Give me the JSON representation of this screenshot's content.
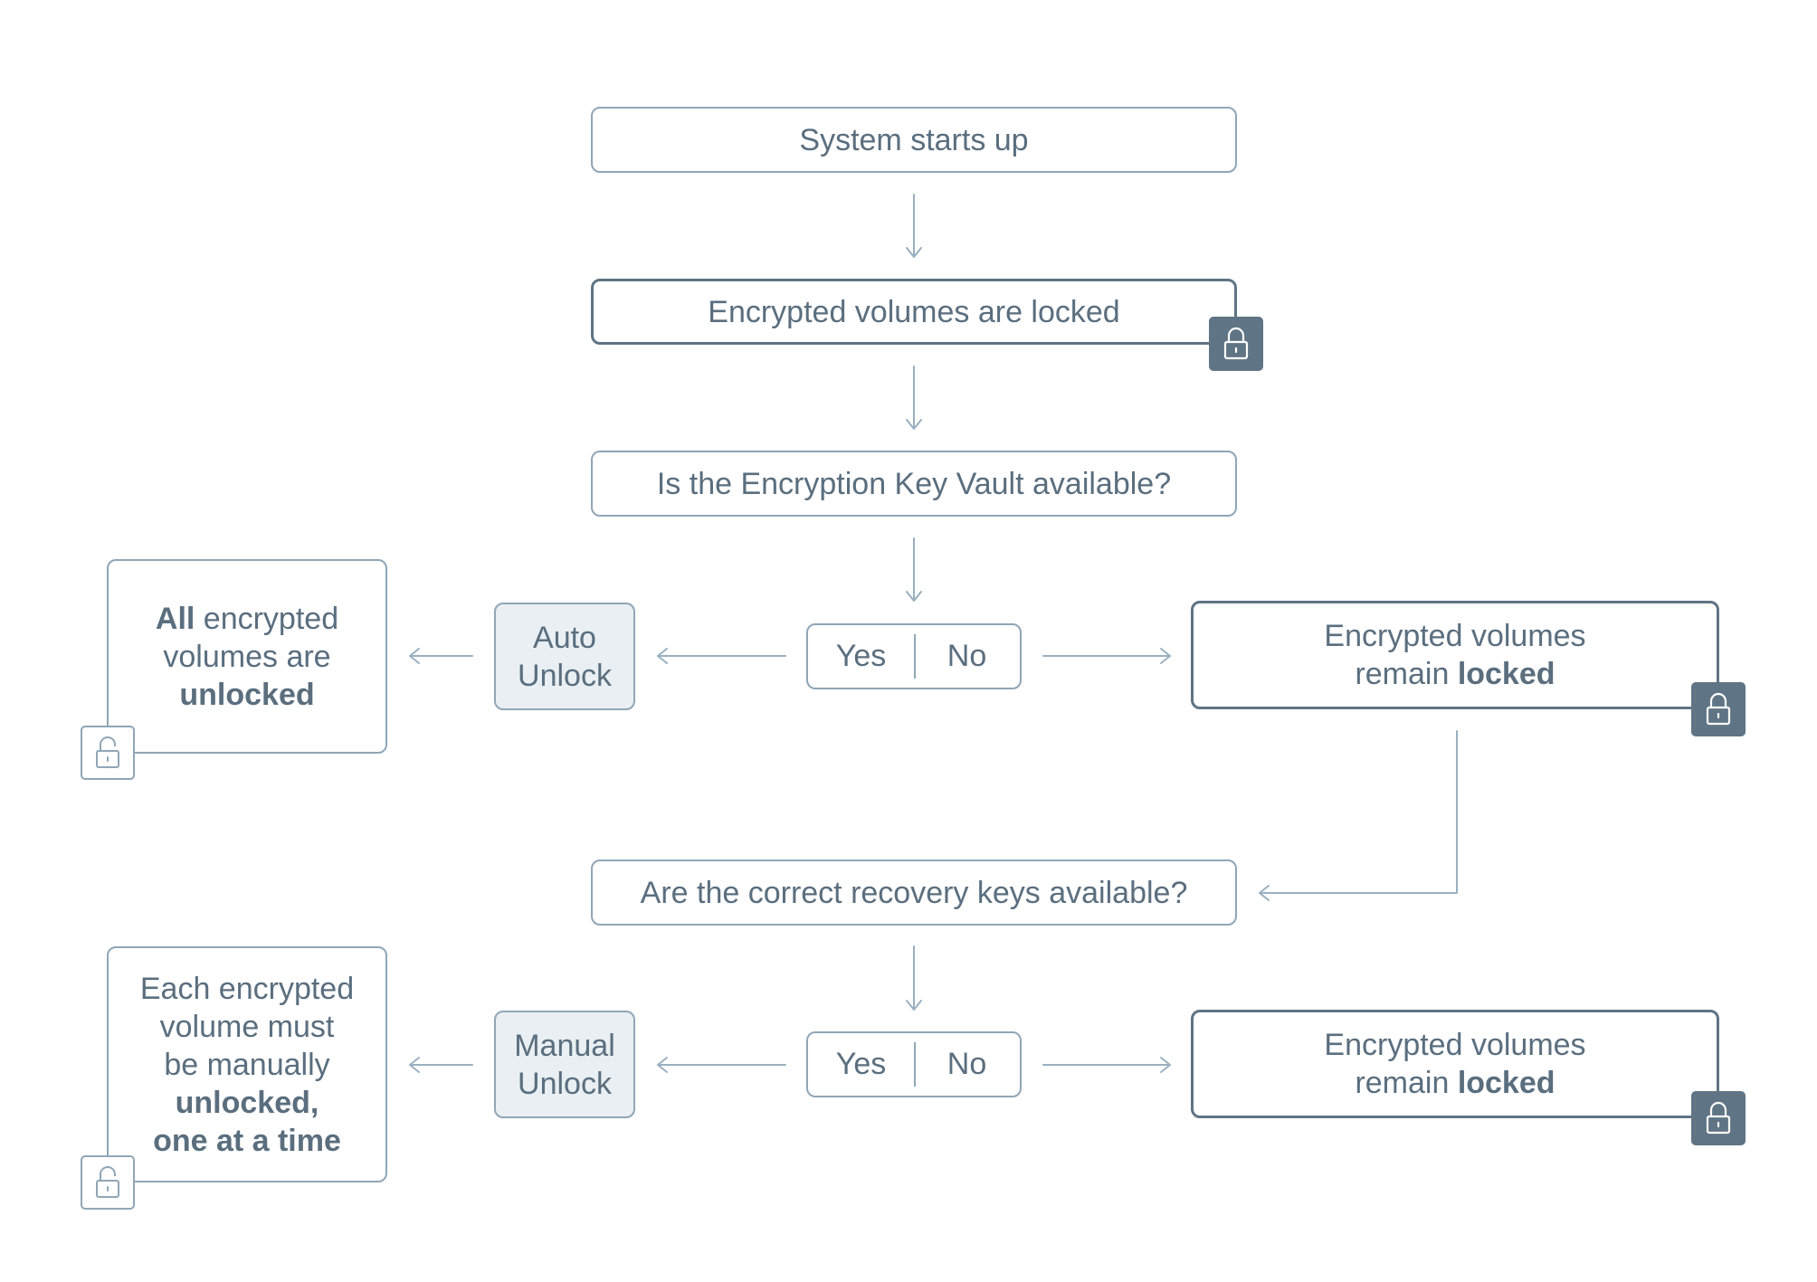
{
  "colors": {
    "border": "#90a6b6",
    "dark_border": "#5f7484",
    "text": "#5a6e7e",
    "shaded_fill": "#e9eff2",
    "arrow": "#9ab0c0"
  },
  "steps": {
    "startup": "System starts up",
    "locked": "Encrypted volumes are locked",
    "vault_question": "Is the Encryption Key Vault available?",
    "recovery_question": "Are the correct recovery keys available?"
  },
  "decision1": {
    "yes": "Yes",
    "no": "No",
    "yes_action": {
      "line1": "Auto",
      "line2": "Unlock"
    },
    "yes_result": {
      "bold1": "All",
      "text1": " encrypted",
      "text2": "volumes are",
      "bold2": "unlocked"
    },
    "no_result": {
      "line1": "Encrypted volumes",
      "text2": "remain ",
      "bold2": "locked"
    }
  },
  "decision2": {
    "yes": "Yes",
    "no": "No",
    "yes_action": {
      "line1": "Manual",
      "line2": "Unlock"
    },
    "yes_result": {
      "line1": "Each encrypted",
      "line2": "volume must",
      "line3": "be manually",
      "bold4": "unlocked,",
      "bold5": "one at a time"
    },
    "no_result": {
      "line1": "Encrypted volumes",
      "text2": "remain ",
      "bold2": "locked"
    }
  },
  "icons": {
    "closed": "padlock-closed-icon",
    "open": "padlock-open-icon"
  }
}
